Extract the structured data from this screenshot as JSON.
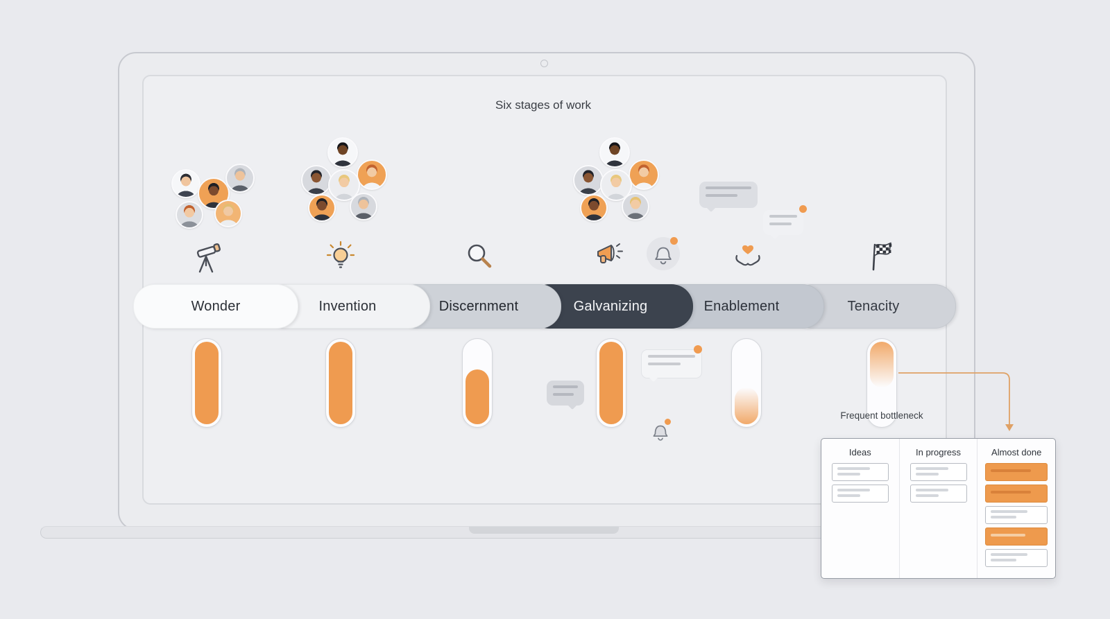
{
  "title": "Six stages of work",
  "accent_color": "#ef9b50",
  "stages": [
    {
      "label": "Wonder",
      "icon": "telescope-icon",
      "bg": "#fafbfc",
      "text": "#2b2f36",
      "fill_pct": 100,
      "fill_anchor": "bottom",
      "fill_faded": false
    },
    {
      "label": "Invention",
      "icon": "lightbulb-icon",
      "bg": "#f2f3f5",
      "text": "#2b2f36",
      "fill_pct": 100,
      "fill_anchor": "bottom",
      "fill_faded": false
    },
    {
      "label": "Discernment",
      "icon": "magnifier-icon",
      "bg": "#ced2d8",
      "text": "#23272e",
      "fill_pct": 62,
      "fill_anchor": "bottom",
      "fill_faded": false
    },
    {
      "label": "Galvanizing",
      "icon": "megaphone-icon",
      "bg": "#3c434e",
      "text": "#f4f5f7",
      "fill_pct": 100,
      "fill_anchor": "bottom",
      "fill_faded": false
    },
    {
      "label": "Enablement",
      "icon": "hands-heart-icon",
      "bg": "#c3c8d0",
      "text": "#2b3039",
      "fill_pct": 42,
      "fill_anchor": "bottom",
      "fill_faded": true
    },
    {
      "label": "Tenacity",
      "icon": "flag-icon",
      "bg": "#d0d3d9",
      "text": "#333841",
      "fill_pct": 52,
      "fill_anchor": "top",
      "fill_faded": true
    }
  ],
  "annotations": {
    "bottleneck_label": "Frequent bottleneck"
  },
  "kanban": {
    "columns": [
      {
        "header": "Ideas",
        "cards": [
          "lines",
          "lines"
        ]
      },
      {
        "header": "In progress",
        "cards": [
          "lines",
          "lines"
        ]
      },
      {
        "header": "Almost done",
        "cards": [
          "orange",
          "orange",
          "lines",
          "orange-line",
          "lines"
        ]
      }
    ]
  }
}
